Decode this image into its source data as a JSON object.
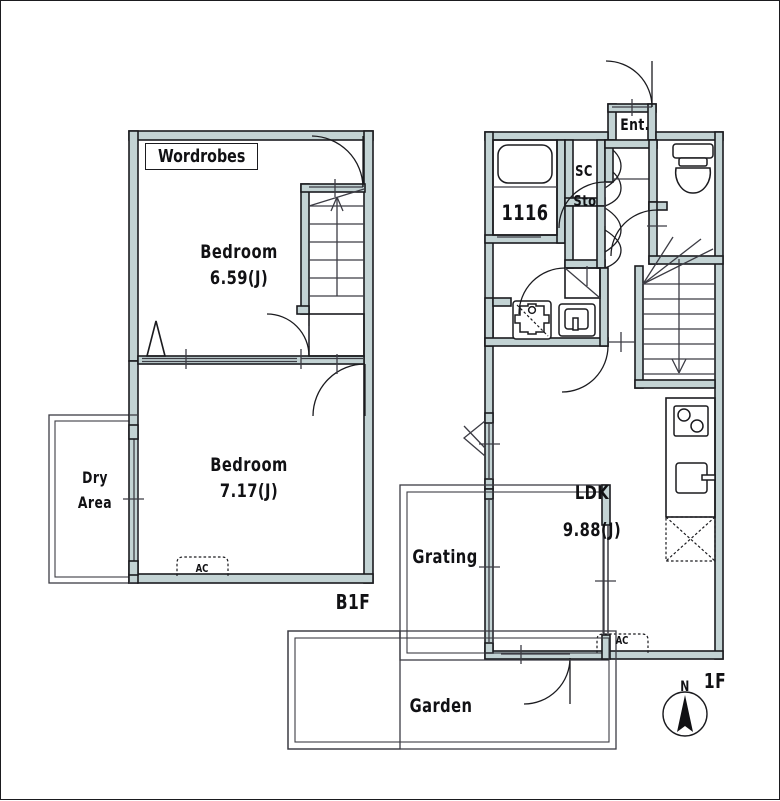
{
  "title": "Residential Floor Plan B1F / 1F",
  "colors": {
    "wall_fill": "#c3d3d4",
    "wall_stroke": "#1b1b1f",
    "thin_line": "#4a4a52",
    "text": "#111114",
    "background": "#ffffff"
  },
  "floors": [
    {
      "id": "b1f",
      "tag": "B1F"
    },
    {
      "id": "1f",
      "tag": "1F"
    }
  ],
  "b1f": {
    "wardrobes_label": "Wordrobes",
    "rooms": [
      {
        "name": "Bedroom",
        "area": "6.59(J)"
      },
      {
        "name": "Bedroom",
        "area": "7.17(J)"
      }
    ],
    "dry_area": {
      "line1": "Dry",
      "line2": "Area"
    },
    "ac_label": "AC"
  },
  "f1": {
    "entrance_label": "Ent.",
    "shoe_closet_label": "SC",
    "storage_label": "Sto",
    "bath_label": "1116",
    "ldk": {
      "name": "LDK",
      "area": "9.88(J)"
    },
    "grating_label": "Grating",
    "garden_label": "Garden",
    "ac_label": "AC"
  },
  "compass": {
    "north_label": "N",
    "icon": "compass-north-icon"
  }
}
